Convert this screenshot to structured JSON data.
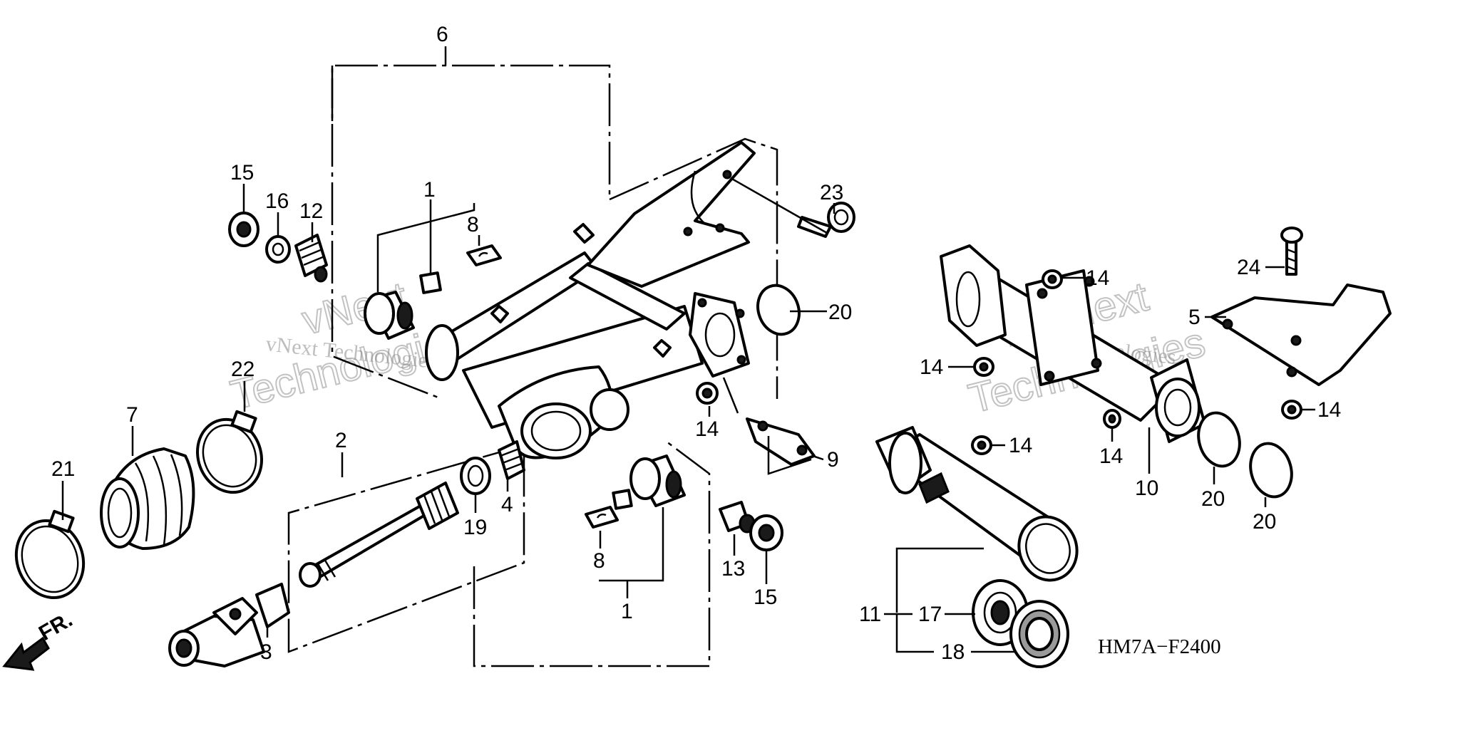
{
  "diagram": {
    "code": "HM7A−F2400",
    "direction_label": "FR.",
    "watermark_small": "vNext Technologies",
    "watermark_large_top": "vNext",
    "watermark_large_bottom": "Technologies"
  },
  "callouts": {
    "c1a": "1",
    "c1b": "1",
    "c2": "2",
    "c3": "3",
    "c4": "4",
    "c5": "5",
    "c6": "6",
    "c7": "7",
    "c8a": "8",
    "c8b": "8",
    "c9": "9",
    "c10": "10",
    "c11": "11",
    "c12": "12",
    "c13": "13",
    "c14a": "14",
    "c14b": "14",
    "c14c": "14",
    "c14d": "14",
    "c14e": "14",
    "c14f": "14",
    "c15a": "15",
    "c15b": "15",
    "c16": "16",
    "c17": "17",
    "c18": "18",
    "c19": "19",
    "c20a": "20",
    "c20b": "20",
    "c20c": "20",
    "c21": "21",
    "c22": "22",
    "c23": "23",
    "c24": "24"
  }
}
